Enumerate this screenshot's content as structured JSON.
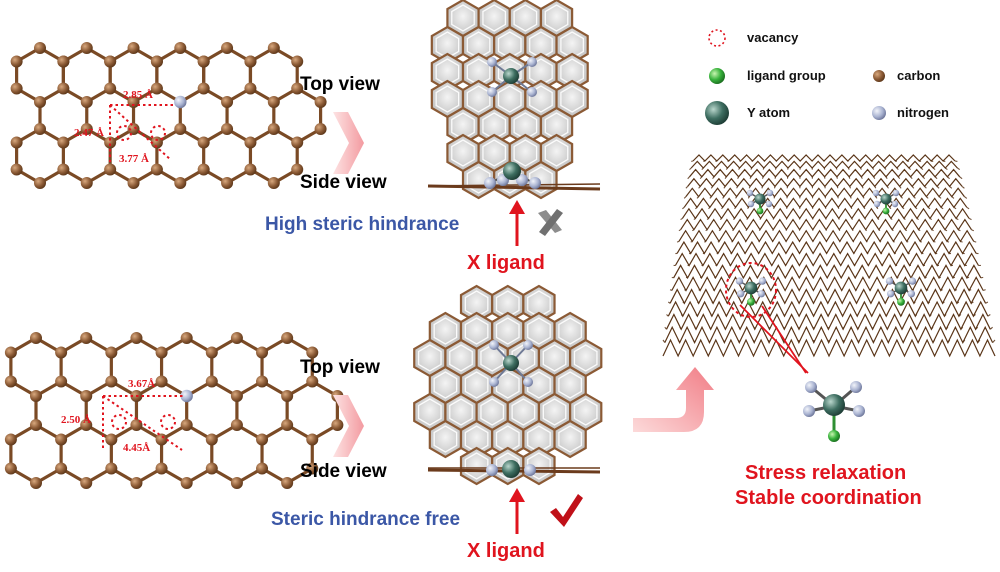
{
  "legend": {
    "vacancy": "vacancy",
    "ligand_group": "ligand group",
    "carbon": "carbon",
    "y_atom": "Y atom",
    "nitrogen": "nitrogen"
  },
  "top_panel": {
    "top_view": "Top view",
    "side_view": "Side view",
    "hindrance": "High steric hindrance",
    "ligand": "X ligand",
    "distances": [
      "2.85 Å",
      "2.47 Å",
      "3.77 Å"
    ]
  },
  "bottom_panel": {
    "top_view": "Top view",
    "side_view": "Side view",
    "hindrance": "Steric hindrance free",
    "ligand": "X ligand",
    "distances": [
      "3.67Å",
      "2.50 Å",
      "4.45Å"
    ]
  },
  "conclusion": [
    "Stress relaxation",
    "Stable coordination"
  ],
  "colors": {
    "carbon": "#8b5a35",
    "nitrogen": "#a9b3d1",
    "y_atom": "#3e6e61",
    "ligand": "#38b23c",
    "label_red": "#e0141e",
    "label_blue": "#3b57a6"
  }
}
